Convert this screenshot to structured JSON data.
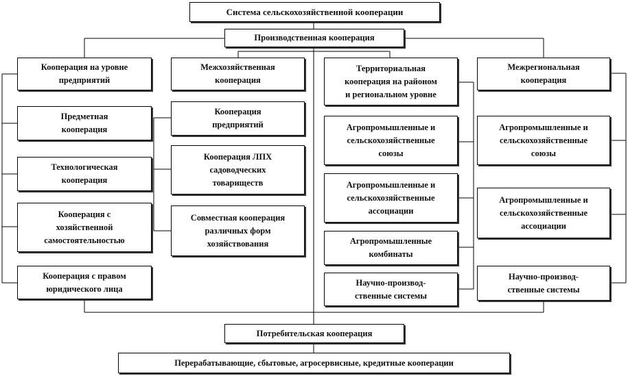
{
  "system_title": "Система сельскохозяйственной кооперации",
  "production": "Производственная кооперация",
  "consumer": "Потребительская кооперация",
  "processing": "Перерабатывающие, сбытовые, агросервисные, кредитные кооперации",
  "column1": {
    "header": "Кооперация на уровне\nпредприятий",
    "items": [
      "Предметная\nкооперация",
      "Технологическая\nкооперация",
      "Кооперация с\nхозяйственной\nсамостоятельностью",
      "Кооперация с правом\nюридического лица"
    ]
  },
  "column2": {
    "header": "Межхозяйственная\nкооперация",
    "items": [
      "Кооперация\nпредприятий",
      "Кооперация ЛПХ\nсадоводческих\nтовариществ",
      "Совместная кооперация\nразличных форм\nхозяйствования"
    ]
  },
  "column3": {
    "header": "Территориальная\nкооперация на районом\nи региональном уровне",
    "items": [
      "Агропромышленные и\nсельскохозяйственные\nсоюзы",
      "Агропромышленные и\nсельскохозяйственные\nассоциации",
      "Агропромышленные\nкомбинаты",
      "Научно-производ-\nственные системы"
    ]
  },
  "column4": {
    "header": "Межрегиональная\nкооперация",
    "items": [
      "Агропромышленные и\nсельскохозяйственные\nсоюзы",
      "Агропромышленные и\nсельскохозяйственные\nассоциации",
      "Научно-производ-\nственные системы"
    ]
  }
}
